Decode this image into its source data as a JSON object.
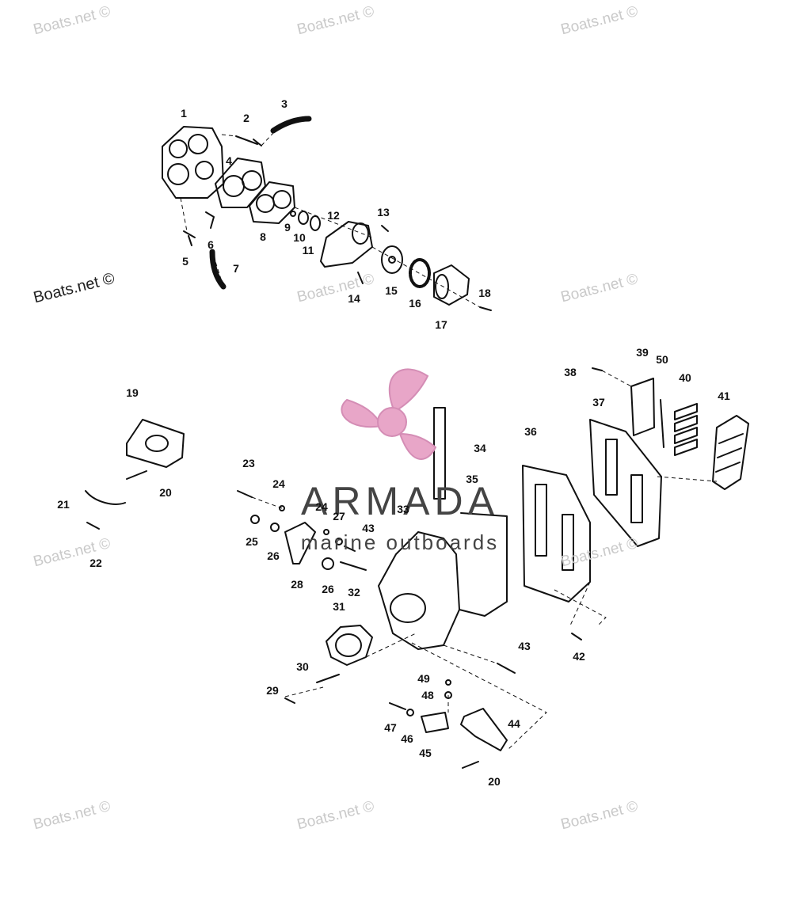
{
  "watermark": {
    "text": "Boats.net ©"
  },
  "logo": {
    "name": "ARMADA",
    "subtitle": "marine outboards",
    "accent_color": "#e8a6c8"
  },
  "callouts": [
    "1",
    "2",
    "3",
    "4",
    "5",
    "6",
    "7",
    "8",
    "9",
    "10",
    "11",
    "12",
    "13",
    "14",
    "15",
    "16",
    "17",
    "18",
    "19",
    "20",
    "21",
    "22",
    "23",
    "24",
    "24",
    "25",
    "26",
    "26",
    "27",
    "28",
    "29",
    "30",
    "31",
    "32",
    "33",
    "34",
    "35",
    "36",
    "37",
    "38",
    "39",
    "40",
    "41",
    "42",
    "43",
    "43",
    "44",
    "45",
    "46",
    "47",
    "48",
    "49",
    "20",
    "50"
  ]
}
